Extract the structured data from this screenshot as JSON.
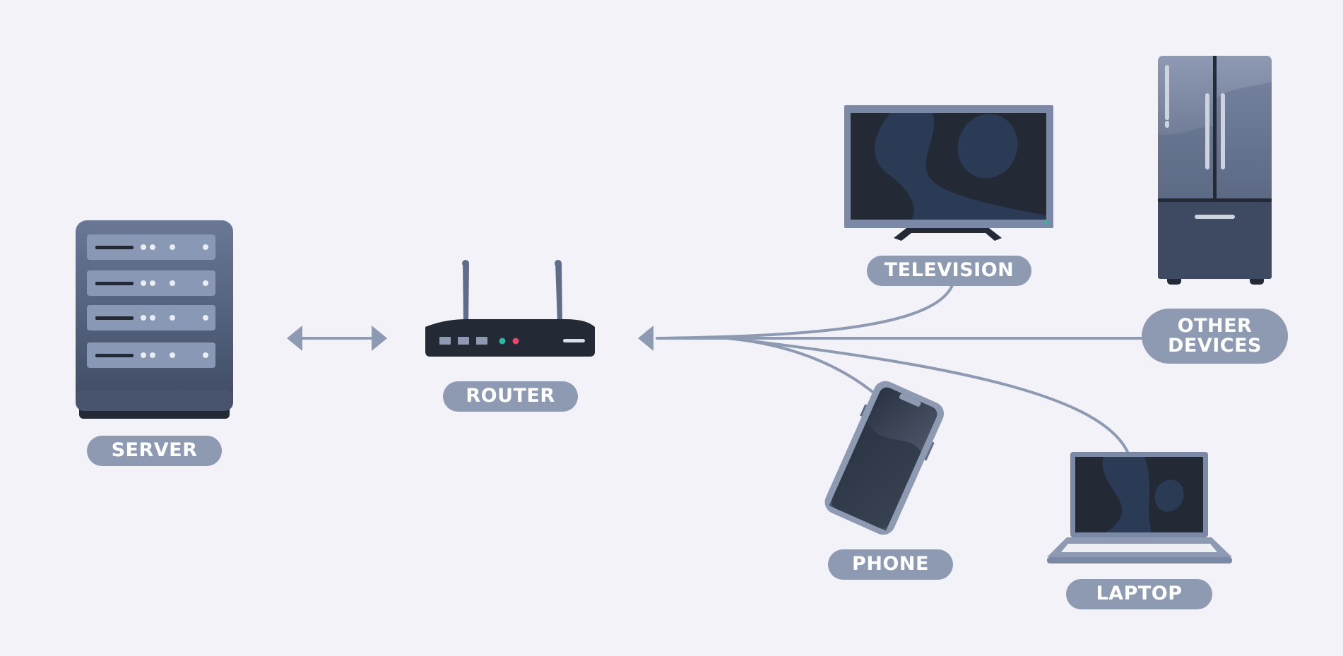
{
  "labels": {
    "server": "SERVER",
    "router": "ROUTER",
    "television": "TELEVISION",
    "other_line1": "OTHER",
    "other_line2": "DEVICES",
    "phone": "PHONE",
    "laptop": "LAPTOP"
  },
  "colors": {
    "background": "#f2f2f8",
    "label_pill": "#8d9ab2",
    "label_text": "#ffffff",
    "connector": "#8d9ab2",
    "device_dark": "#232a36",
    "device_body": "#5f6d89",
    "router_led_green": "#2fb8a6",
    "router_led_red": "#e8476a"
  },
  "icons": [
    "server-icon",
    "router-icon",
    "television-icon",
    "refrigerator-icon",
    "phone-icon",
    "laptop-icon",
    "double-arrow-icon",
    "arrowhead-icon"
  ]
}
